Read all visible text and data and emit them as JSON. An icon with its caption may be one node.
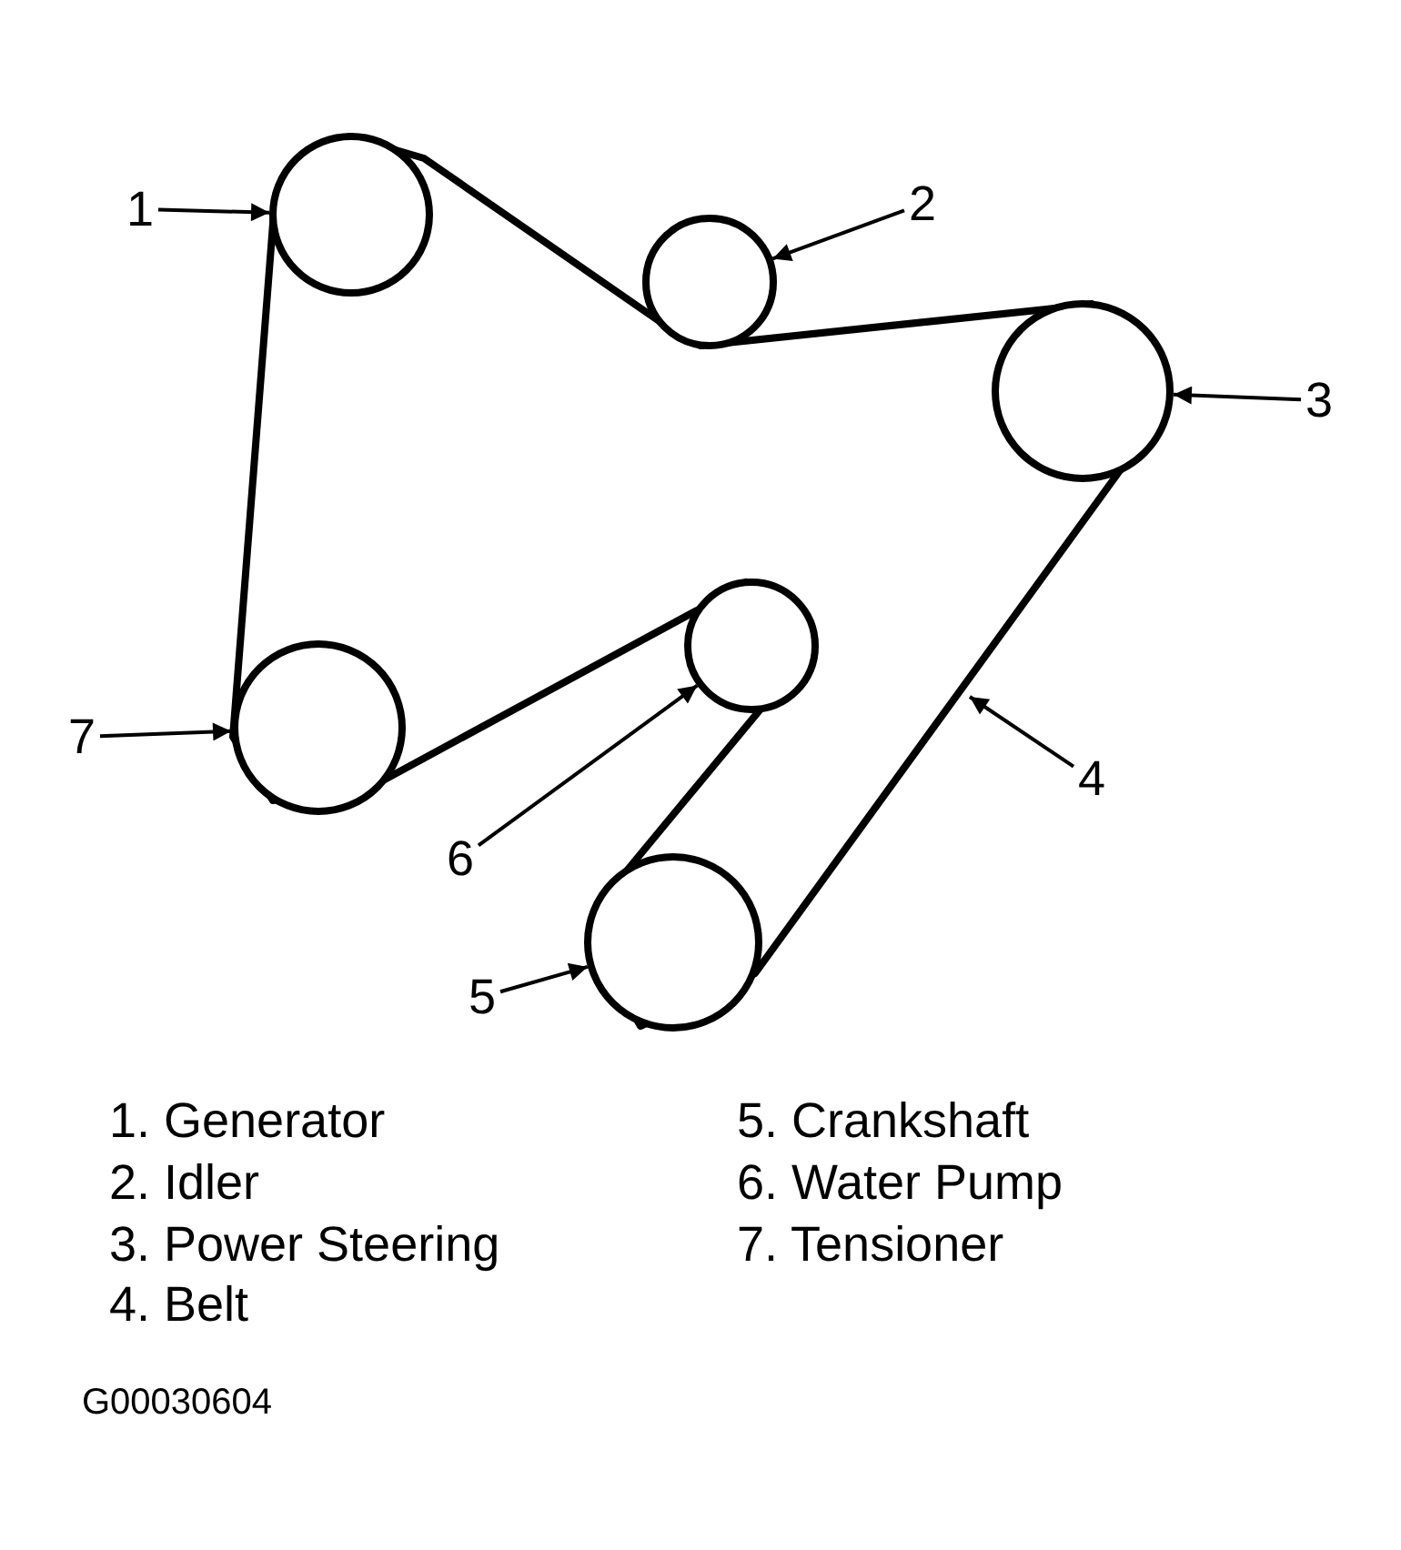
{
  "diagram": {
    "nodes": [
      {
        "text": [
          "1"
        ]
      },
      {
        "text": [
          "2"
        ]
      },
      {
        "text": [
          "3"
        ]
      },
      {
        "text": [
          "4"
        ]
      },
      {
        "text": [
          "5"
        ]
      },
      {
        "text": [
          "6"
        ]
      },
      {
        "text": [
          "7"
        ]
      },
      {
        "text": [],
        "shape": "circle"
      },
      {
        "text": [],
        "shape": "circle"
      },
      {
        "text": [],
        "shape": "circle"
      },
      {
        "text": [],
        "shape": "circle"
      },
      {
        "text": [],
        "shape": "circle"
      },
      {
        "text": [],
        "shape": "circle"
      }
    ],
    "edges": [
      {
        "from": 0,
        "to": 7,
        "arrow": "to"
      },
      {
        "from": 1,
        "to": 8,
        "arrow": "to"
      },
      {
        "from": 2,
        "to": 9,
        "arrow": "to"
      },
      {
        "from": 3,
        "to": null,
        "arrow": "to"
      },
      {
        "from": 4,
        "to": 12,
        "arrow": "to"
      },
      {
        "from": 5,
        "to": 10,
        "arrow": "to"
      },
      {
        "from": 6,
        "to": 11,
        "arrow": "to"
      }
    ],
    "labels": [
      "1. Generator",
      "2. Idler",
      "3. Power Steering",
      "4. Belt",
      "5. Crankshaft",
      "6. Water Pump",
      "7. Tensioner",
      "G00030604"
    ]
  }
}
